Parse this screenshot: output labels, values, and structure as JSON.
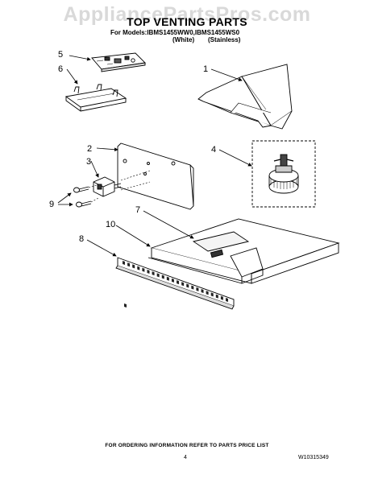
{
  "watermark": "AppliancePartsPros.com",
  "header": {
    "title": "TOP VENTING PARTS",
    "models": "For Models:IBMS1455WW0,IBMS1455WS0",
    "variant_white": "(White)",
    "variant_stainless": "(Stainless)"
  },
  "callouts": [
    "5",
    "6",
    "1",
    "2",
    "3",
    "4",
    "9",
    "7",
    "10",
    "8"
  ],
  "footer": {
    "note": "FOR ORDERING INFORMATION REFER TO PARTS PRICE LIST",
    "page_number": "4",
    "doc_number": "W10315349"
  }
}
